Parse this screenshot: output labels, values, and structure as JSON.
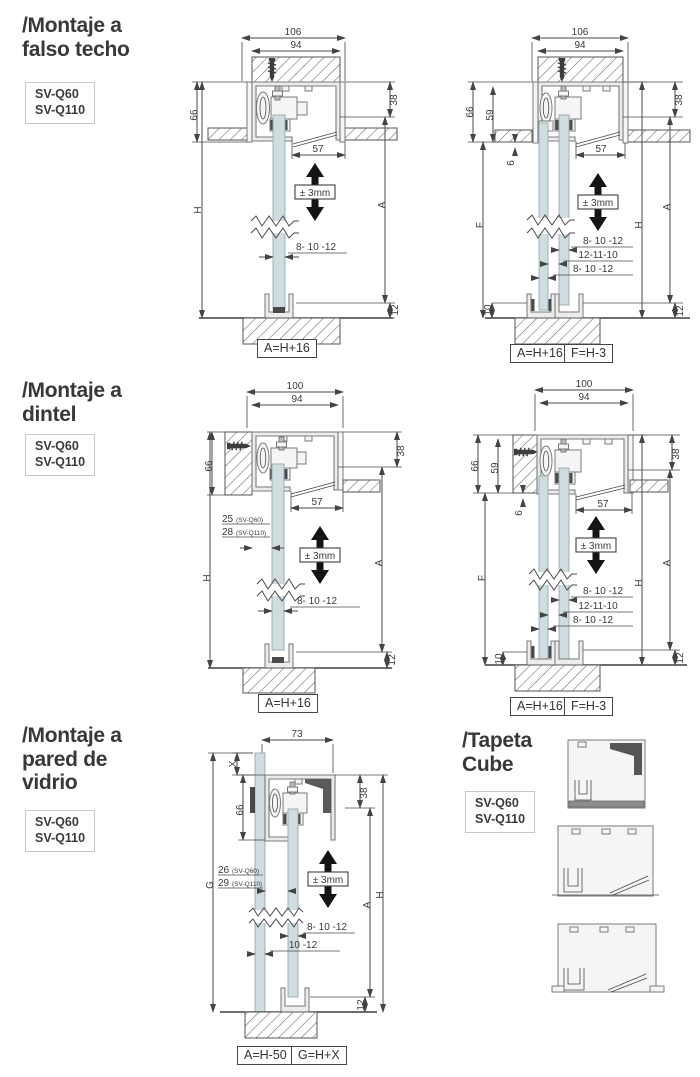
{
  "page": {
    "background": "#ffffff",
    "ink": "#3a3a3a",
    "glass_color": "#cfdde0",
    "profile_line_color": "#7a7a7a"
  },
  "sections": {
    "falso_techo": {
      "title": "/Montaje a\nfalso techo",
      "models": [
        "SV-Q60",
        "SV-Q110"
      ]
    },
    "dintel": {
      "title": "/Montaje a\ndintel",
      "models": [
        "SV-Q60",
        "SV-Q110"
      ]
    },
    "pared_vidrio": {
      "title": "/Montaje a\npared de\nvidrio",
      "models": [
        "SV-Q60",
        "SV-Q110"
      ]
    },
    "tapeta": {
      "title": "/Tapeta\nCube",
      "models": [
        "SV-Q60",
        "SV-Q110"
      ]
    }
  },
  "diagrams": {
    "d1": {
      "w106": "106",
      "w94": "94",
      "h66": "66",
      "h38": "38",
      "w57": "57",
      "tol": "± 3mm",
      "glass": "8- 10 -12",
      "H": "H",
      "A": "A",
      "h12": "12",
      "formula": "A=H+16"
    },
    "d2": {
      "w106": "106",
      "w94": "94",
      "h66": "66",
      "h59": "59",
      "h38": "38",
      "h6": "6",
      "w57": "57",
      "tol": "± 3mm",
      "g1": "8- 10 -12",
      "g2": "12-11-10",
      "g3": "8- 10 -12",
      "F": "F",
      "H": "H",
      "A": "A",
      "h10": "10",
      "h12": "12",
      "formula1": "A=H+16",
      "formula2": "F=H-3"
    },
    "d3": {
      "w100": "100",
      "w94": "94",
      "h66": "66",
      "h38": "38",
      "w57": "57",
      "off1": "25",
      "off1_model": "(SV-Q60)",
      "off2": "28",
      "off2_model": "(SV-Q110)",
      "tol": "± 3mm",
      "glass": "8- 10 -12",
      "H": "H",
      "A": "A",
      "h12": "12",
      "formula": "A=H+16"
    },
    "d4": {
      "w100": "100",
      "w94": "94",
      "h66": "66",
      "h59": "59",
      "h38": "38",
      "h6": "6",
      "w57": "57",
      "tol": "± 3mm",
      "g1": "8- 10 -12",
      "g2": "12-11-10",
      "g3": "8- 10 -12",
      "F": "F",
      "H": "H",
      "A": "A",
      "h10": "10",
      "h12": "12",
      "formula1": "A=H+16",
      "formula2": "F=H-3"
    },
    "d5": {
      "w73": "73",
      "X": "X",
      "h66": "66",
      "h38": "38",
      "off1": "26",
      "off1_model": "(SV-Q60)",
      "off2": "29",
      "off2_model": "(SV-Q110)",
      "G": "G",
      "tol": "± 3mm",
      "g1": "8- 10 -12",
      "g2": "10 -12",
      "H": "H",
      "A": "A",
      "h12": "12",
      "formula1": "A=H-50",
      "formula2": "G=H+X"
    }
  }
}
